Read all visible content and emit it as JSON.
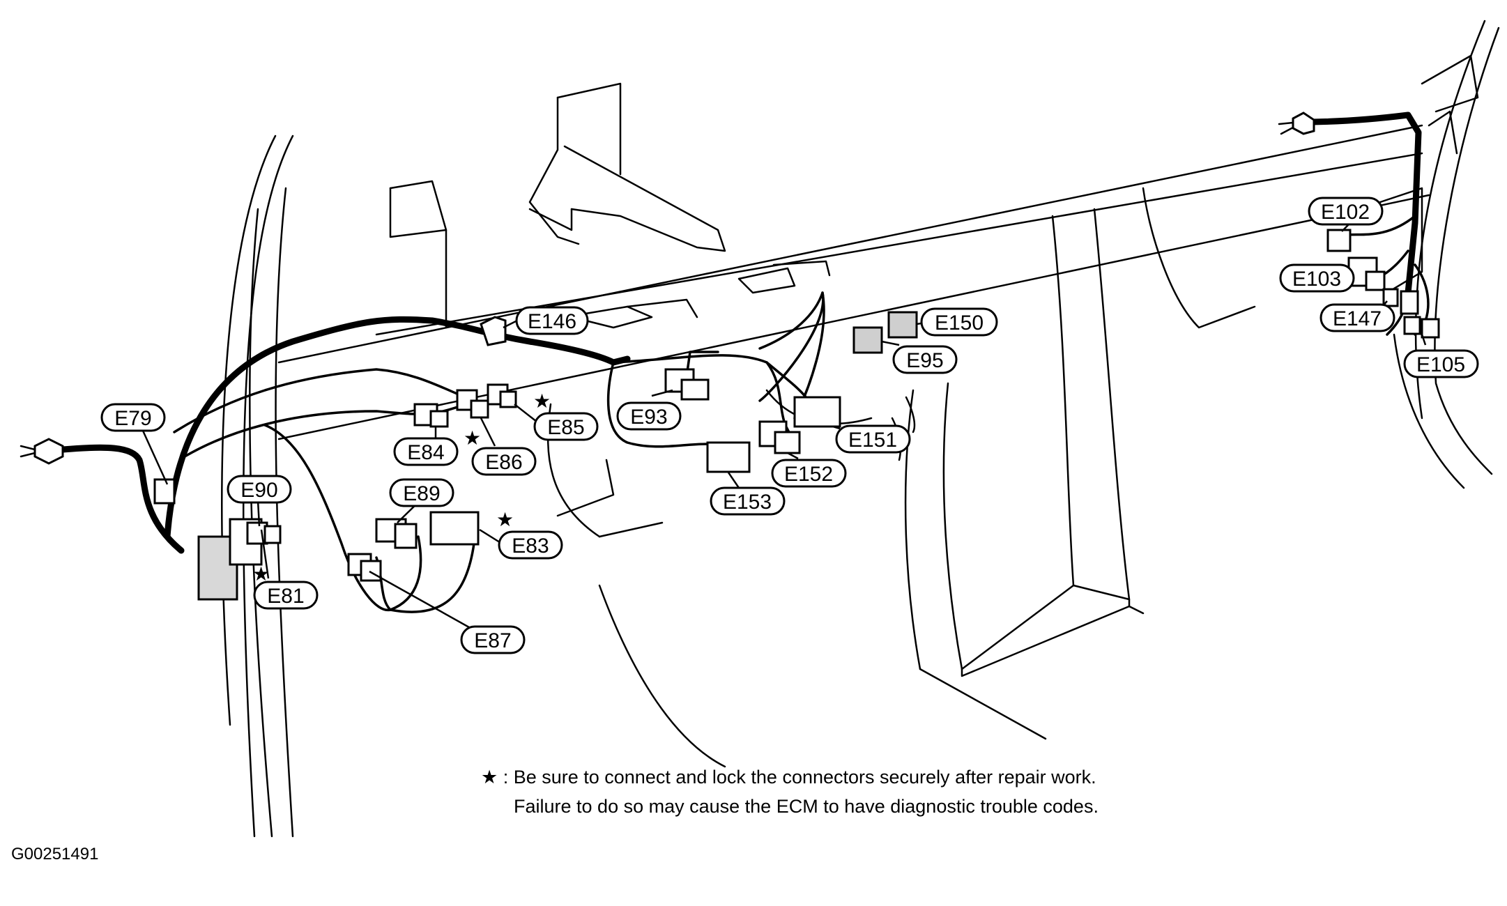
{
  "connector_labels": {
    "e79": "E79",
    "e90": "E90",
    "e81": "E81",
    "e89": "E89",
    "e87": "E87",
    "e83": "E83",
    "e84": "E84",
    "e86": "E86",
    "e85": "E85",
    "e146": "E146",
    "e93": "E93",
    "e153": "E153",
    "e152": "E152",
    "e151": "E151",
    "e150": "E150",
    "e95": "E95",
    "e102": "E102",
    "e103": "E103",
    "e147": "E147",
    "e105": "E105"
  },
  "star_symbol": "★",
  "note": {
    "line1": "★ : Be sure to connect and lock the connectors securely after repair work.",
    "line2": "Failure to do so may cause the ECM to have diagnostic trouble codes."
  },
  "figure_id": "G00251491"
}
